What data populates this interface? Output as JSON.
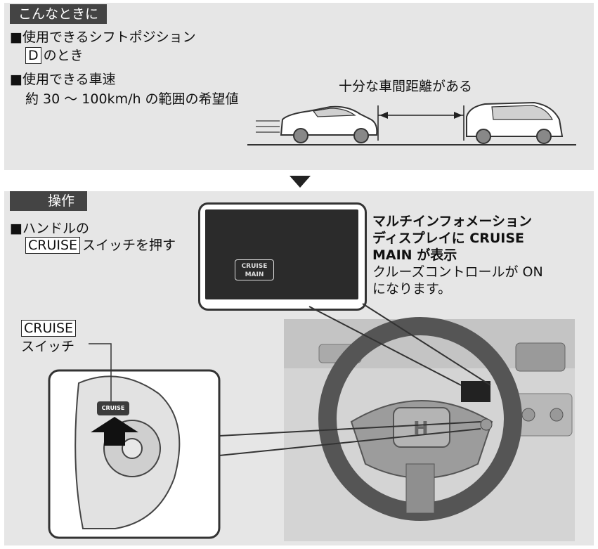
{
  "top": {
    "tag": "こんなときに",
    "shift_heading": "■使用できるシフトポジション",
    "shift_box": "D",
    "shift_suffix": "のとき",
    "speed_heading": "■使用できる車速",
    "speed_range": "約 30 ～ 100km/h の範囲の希望値",
    "distance_label": "十分な車間距離がある"
  },
  "bottom": {
    "tag": "操作",
    "step_line1": "■ハンドルの",
    "step_box": "CRUISE",
    "step_suffix": "スイッチを押す",
    "display_indicator_line1": "CRUISE",
    "display_indicator_line2": "MAIN",
    "callout_bold_1": "マルチインフォメーション",
    "callout_bold_2": "ディスプレイに CRUISE",
    "callout_bold_3": "MAIN が表示",
    "callout_line_4": "クルーズコントロールが ON",
    "callout_line_5": "になります。",
    "switch_box": "CRUISE",
    "switch_label": "スイッチ",
    "button_label": "CRUISE"
  },
  "colors": {
    "panel_bg": "#e6e6e6",
    "tag_bg": "#444444",
    "display_bg": "#2b2b2b"
  },
  "icons": [
    "down-triangle-icon",
    "up-arrow-icon"
  ]
}
